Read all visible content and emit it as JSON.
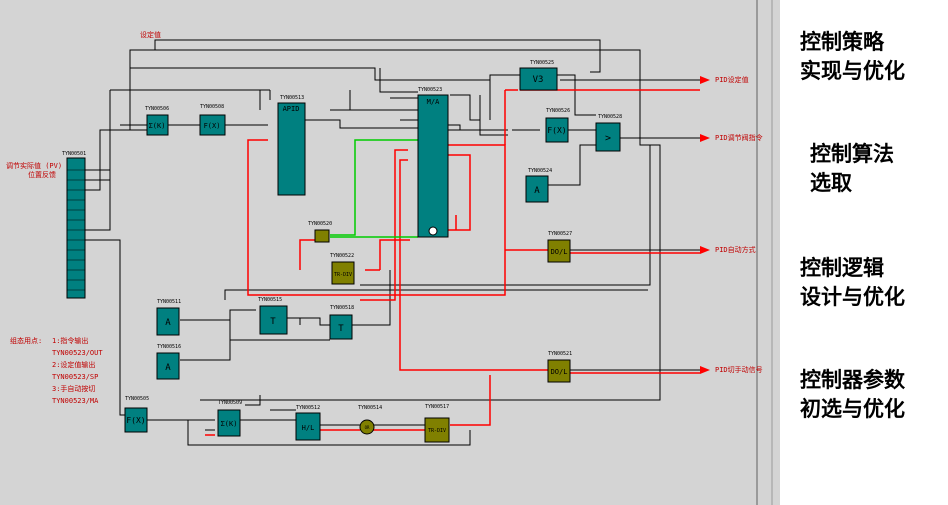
{
  "labels": {
    "setpoint_title": "设定值",
    "pv_input": "调节实际值 (PV)",
    "position_feedback": "位置反馈",
    "output_setpoint": "PID设定值",
    "output_valve": "PID调节阀指令",
    "output_auto": "PID自动方式",
    "output_manual": "PID切手动信号",
    "config_notes": [
      "组态用点:",
      "1:指令输出",
      "TYN00523/OUT",
      "2:设定值输出",
      "TYN00523/SP",
      "3:手自动按切",
      "TYN00523/MA"
    ]
  },
  "blocks": {
    "input_strip": {
      "id": "TYN00501"
    },
    "sum1": {
      "id": "TYN00506",
      "symbol": "Σ(K)"
    },
    "fx1": {
      "id": "TYN00508",
      "symbol": "F(X)"
    },
    "apid": {
      "id": "TYN00513",
      "symbol": "APID"
    },
    "ma": {
      "id": "TYN00523",
      "symbol": "M/A"
    },
    "v3": {
      "id": "TYN00525",
      "symbol": "V3"
    },
    "fx2": {
      "id": "TYN00526",
      "symbol": "F(X)"
    },
    "cmp": {
      "id": "TYN00528",
      "symbol": ">"
    },
    "a_const": {
      "id": "TYN00524",
      "symbol": "A"
    },
    "small1": {
      "id": "TYN00520"
    },
    "trdiv1": {
      "id": "TYN00522",
      "symbol": "TR-DIV"
    },
    "dol1": {
      "id": "TYN00527",
      "symbol": "DO/L"
    },
    "a1": {
      "id": "TYN00511",
      "symbol": "A"
    },
    "t1": {
      "id": "TYN00515",
      "symbol": "T"
    },
    "t2": {
      "id": "TYN00518",
      "symbol": "T"
    },
    "a2": {
      "id": "TYN00516",
      "symbol": "A"
    },
    "dol2": {
      "id": "TYN00521",
      "symbol": "DO/L"
    },
    "fx3": {
      "id": "TYN00505",
      "symbol": "F(X)"
    },
    "sum2": {
      "id": "TYN00509",
      "symbol": "Σ(K)"
    },
    "hl": {
      "id": "TYN00512",
      "symbol": "H/L"
    },
    "or1": {
      "id": "TYN00514",
      "symbol": "OR"
    },
    "trdiv2": {
      "id": "TYN00517",
      "symbol": "TR-DIV"
    }
  },
  "sidebar": {
    "item1": [
      "控制策略",
      "实现与优化"
    ],
    "item2": [
      "控制算法",
      "选取"
    ],
    "item3": [
      "控制逻辑",
      "设计与优化"
    ],
    "item4": [
      "控制器参数",
      "初选与优化"
    ]
  },
  "colors": {
    "background": "#d4d4d4",
    "block_teal": "#008080",
    "block_olive": "#808000",
    "wire_black": "#000000",
    "wire_red": "#ff0000",
    "wire_green": "#00cc00",
    "label_red": "#c00000"
  }
}
